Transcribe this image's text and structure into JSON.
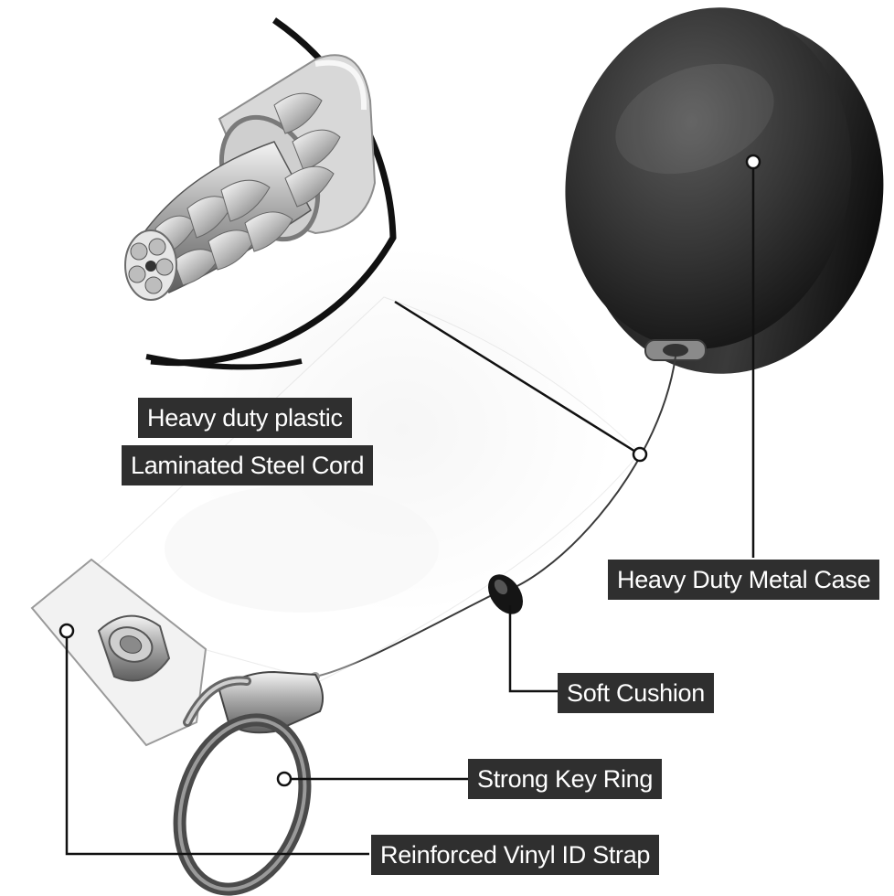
{
  "labels": {
    "plastic": "Heavy duty plastic",
    "cord": "Laminated Steel Cord",
    "case": "Heavy Duty Metal Case",
    "cushion": "Soft Cushion",
    "ring": "Strong Key Ring",
    "strap": "Reinforced Vinyl ID Strap"
  },
  "colors": {
    "label_bg": "#2f2f2f",
    "label_text": "#ffffff",
    "case": "#2b2b2b",
    "leader_line": "#111111"
  }
}
